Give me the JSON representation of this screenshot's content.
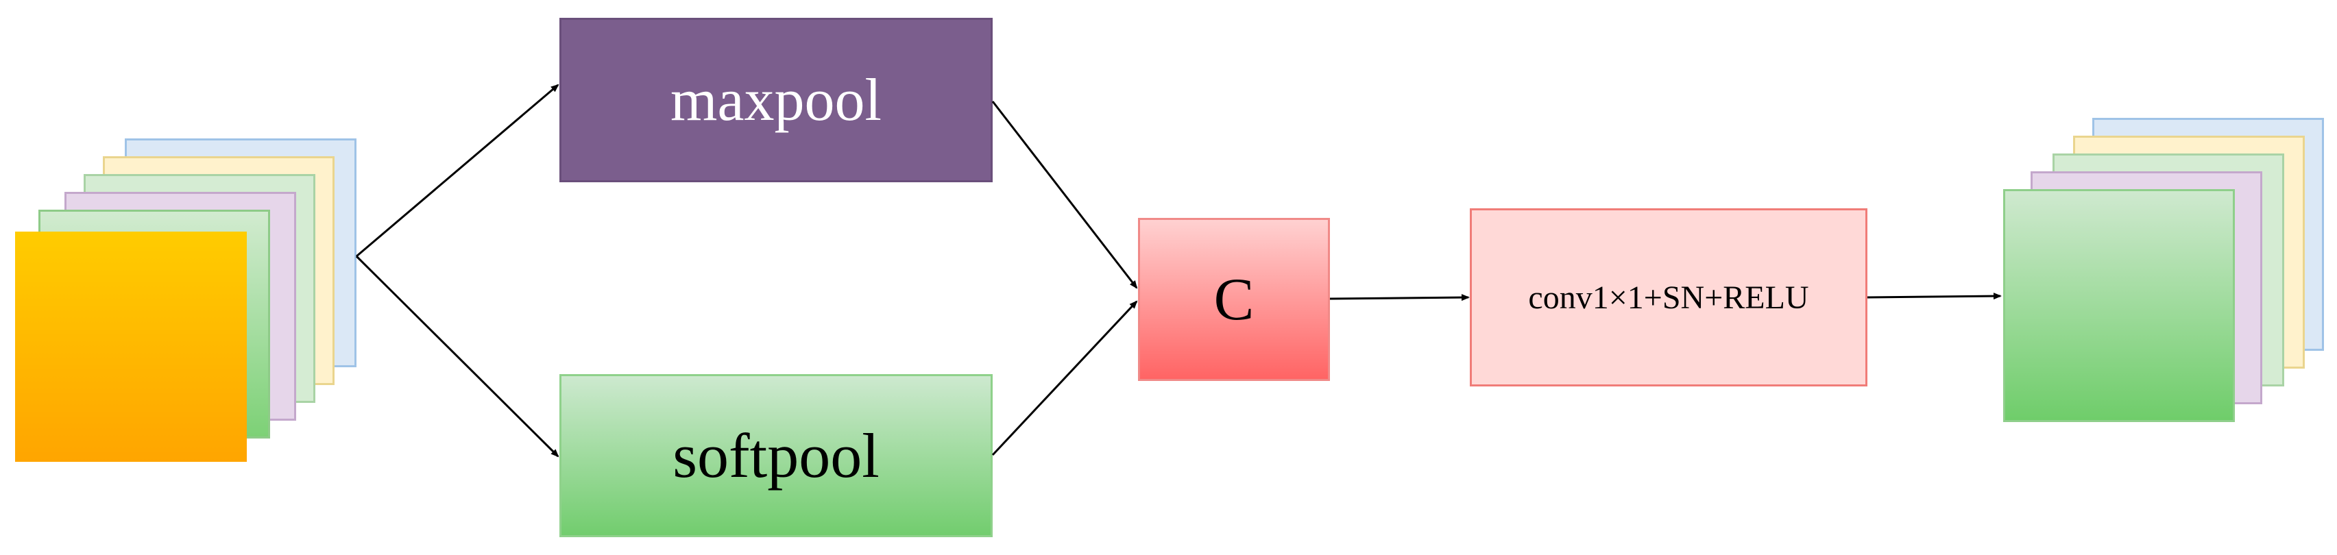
{
  "diagram": {
    "maxpool_label": "maxpool",
    "softpool_label": "softpool",
    "concat_label": "C",
    "conv_label": "conv1×1+SN+RELU"
  },
  "colors": {
    "maxpool_fill": "#7b5e8d",
    "maxpool_text": "#ffffff",
    "softpool_fill_top": "#cde9cf",
    "softpool_fill_bottom": "#72cd6e",
    "concat_fill_top": "#ffd1d1",
    "concat_fill_bottom": "#ff6464",
    "conv_fill": "#ffd9d7",
    "conv_border": "#f07c78",
    "arrow": "#000000",
    "input_front_top": "#ffcc00",
    "input_front_bottom": "#ffa500",
    "output_front_top": "#cfe9cf",
    "output_front_bottom": "#6fcd6a"
  }
}
